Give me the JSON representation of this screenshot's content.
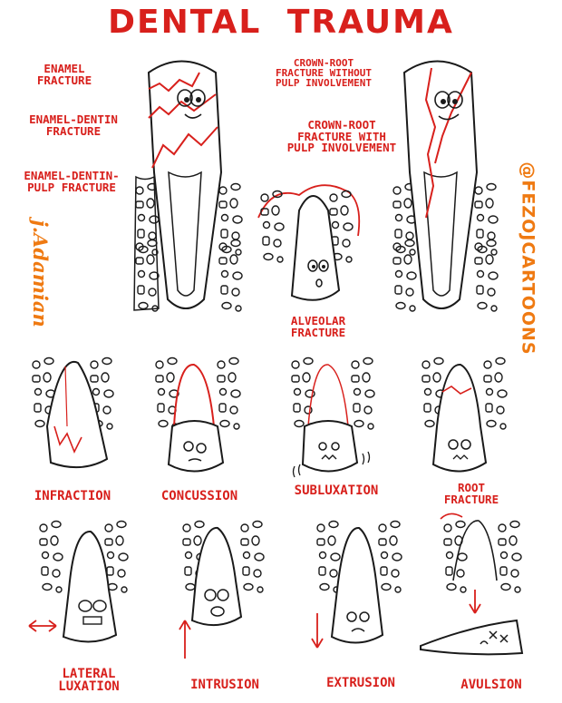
{
  "title": "DENTAL   TRAUMA",
  "labels": {
    "enamel": "ENAMEL\nFRACTURE",
    "enamel_dentin": "ENAMEL-DENTIN\nFRACTURE",
    "enamel_dentin_pulp": "ENAMEL-DENTIN-\nPULP FRACTURE",
    "crown_root_no_pulp": "CROWN-ROOT\nFRACTURE WITHOUT\nPULP INVOLVEMENT",
    "crown_root_pulp": "CROWN-ROOT\nFRACTURE WITH\nPULP INVOLVEMENT",
    "alveolar": "ALVEOLAR\nFRACTURE",
    "infraction": "INFRACTION",
    "concussion": "CONCUSSION",
    "subluxation": "SUBLUXATION",
    "root_fracture": "ROOT\nFRACTURE",
    "lateral_luxation": "LATERAL\nLUXATION",
    "intrusion": "INTRUSION",
    "extrusion": "EXTRUSION",
    "avulsion": "AVULSION"
  },
  "handle": "@FEZOJCARTOONS",
  "signature": "j.Adamian",
  "colors": {
    "accent": "#d8201c",
    "handle": "#ef7a12",
    "ink": "#1a1a1a"
  }
}
